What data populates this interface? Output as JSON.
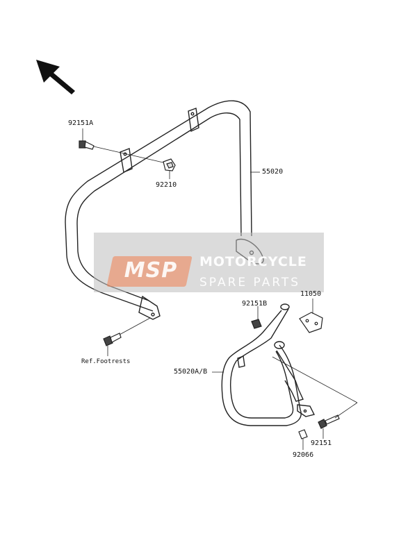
{
  "parts": {
    "p92151A": "92151A",
    "p92210": "92210",
    "p55020": "55020",
    "p92151B": "92151B",
    "p11050": "11050",
    "p55020AB": "55020A/B",
    "p92151": "92151",
    "p92066": "92066",
    "ref_footrests": "Ref.Footrests"
  },
  "watermark": {
    "logo": "MSP",
    "line1": "MOTORCYCLE",
    "line2": "SPARE PARTS"
  }
}
